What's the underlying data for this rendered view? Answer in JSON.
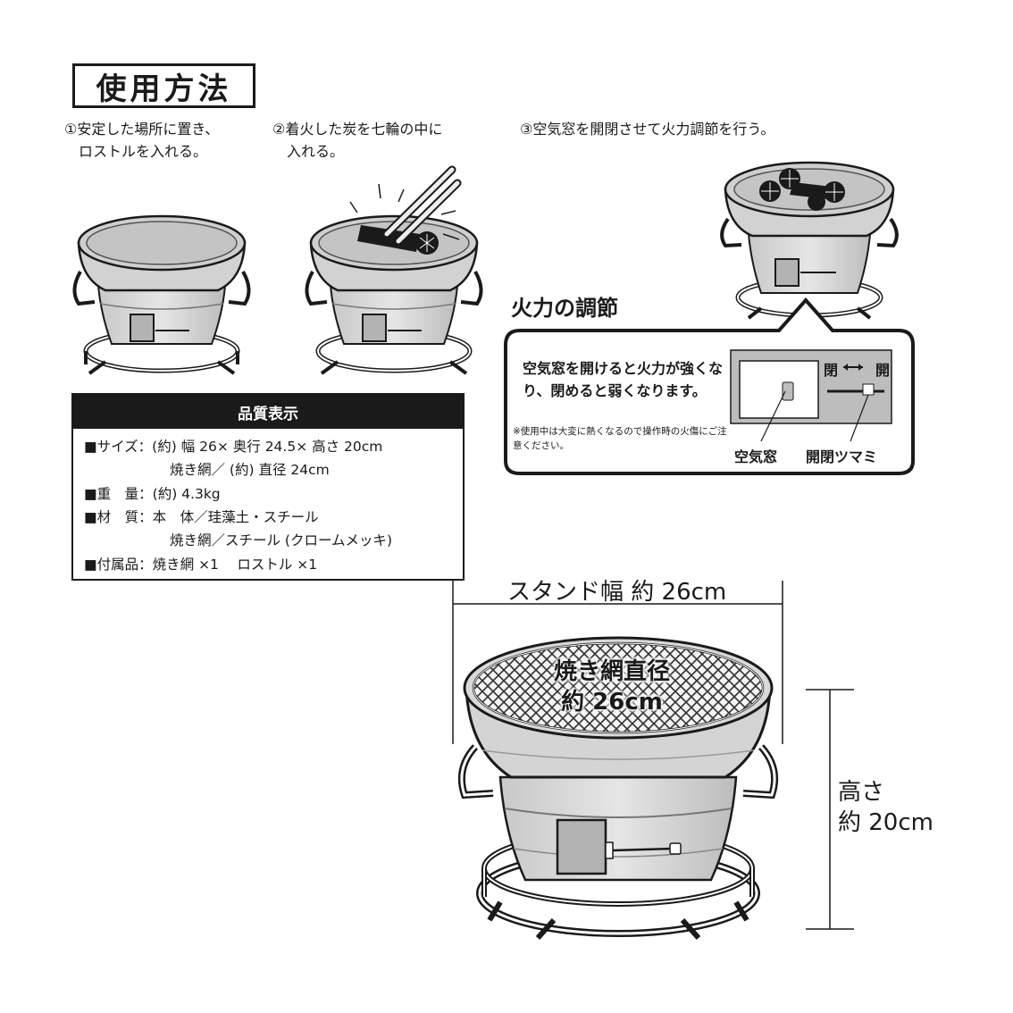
{
  "title": "使用方法",
  "steps": [
    "①安定した場所に置き、\n　ロストルを入れる。",
    "②着火した炭を七輪の中に\n　入れる。",
    "③空気窓を開閉させて火力調節を行う。"
  ],
  "quality": {
    "heading": "品質表示",
    "size_line": "■サイズ：(約) 幅 26× 奥行 24.5× 高さ 20cm",
    "size_line2": "焼き網／ (約) 直径 24cm",
    "weight_line": "■重　量：(約) 4.3kg",
    "material_line": "■材　質：本　体／珪藻土・スチール",
    "material_line2": "焼き網／スチール (クロームメッキ)",
    "accessory_line": "■付属品：焼き網 ×1　 ロストル ×1"
  },
  "heat_control": {
    "title": "火力の調節",
    "text": "空気窓を開けると火力が強くなり、閉めると弱くなります。",
    "note": "※使用中は大変に熱くなるので操作時の火傷にご注意ください。",
    "closed_label": "閉",
    "open_label": "開",
    "air_window_label": "空気窓",
    "knob_label": "開閉ツマミ"
  },
  "dimensions": {
    "stand_width": "スタンド幅 約 26cm",
    "net_line1": "焼き網直径",
    "net_line2": "約 26cm",
    "height_line1": "高さ",
    "height_line2": "約 20cm"
  }
}
